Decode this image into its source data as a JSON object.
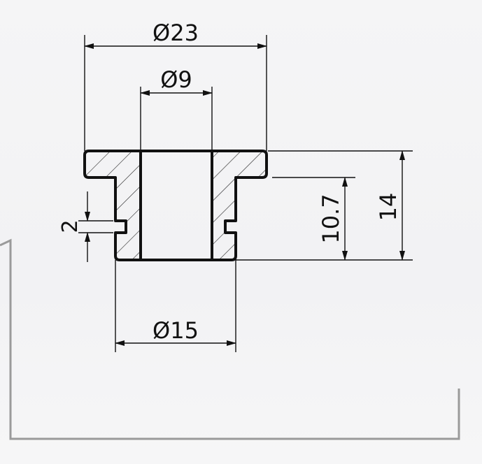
{
  "drawing": {
    "dimensions": {
      "outer_diameter": "Ø23",
      "inner_diameter": "Ø9",
      "body_diameter": "Ø15",
      "groove_width": "2",
      "body_height": "10.7",
      "total_height": "14"
    }
  },
  "colors": {
    "outline": "#111111",
    "frame": "#9a9a9a",
    "background": "#f4f4f5"
  }
}
